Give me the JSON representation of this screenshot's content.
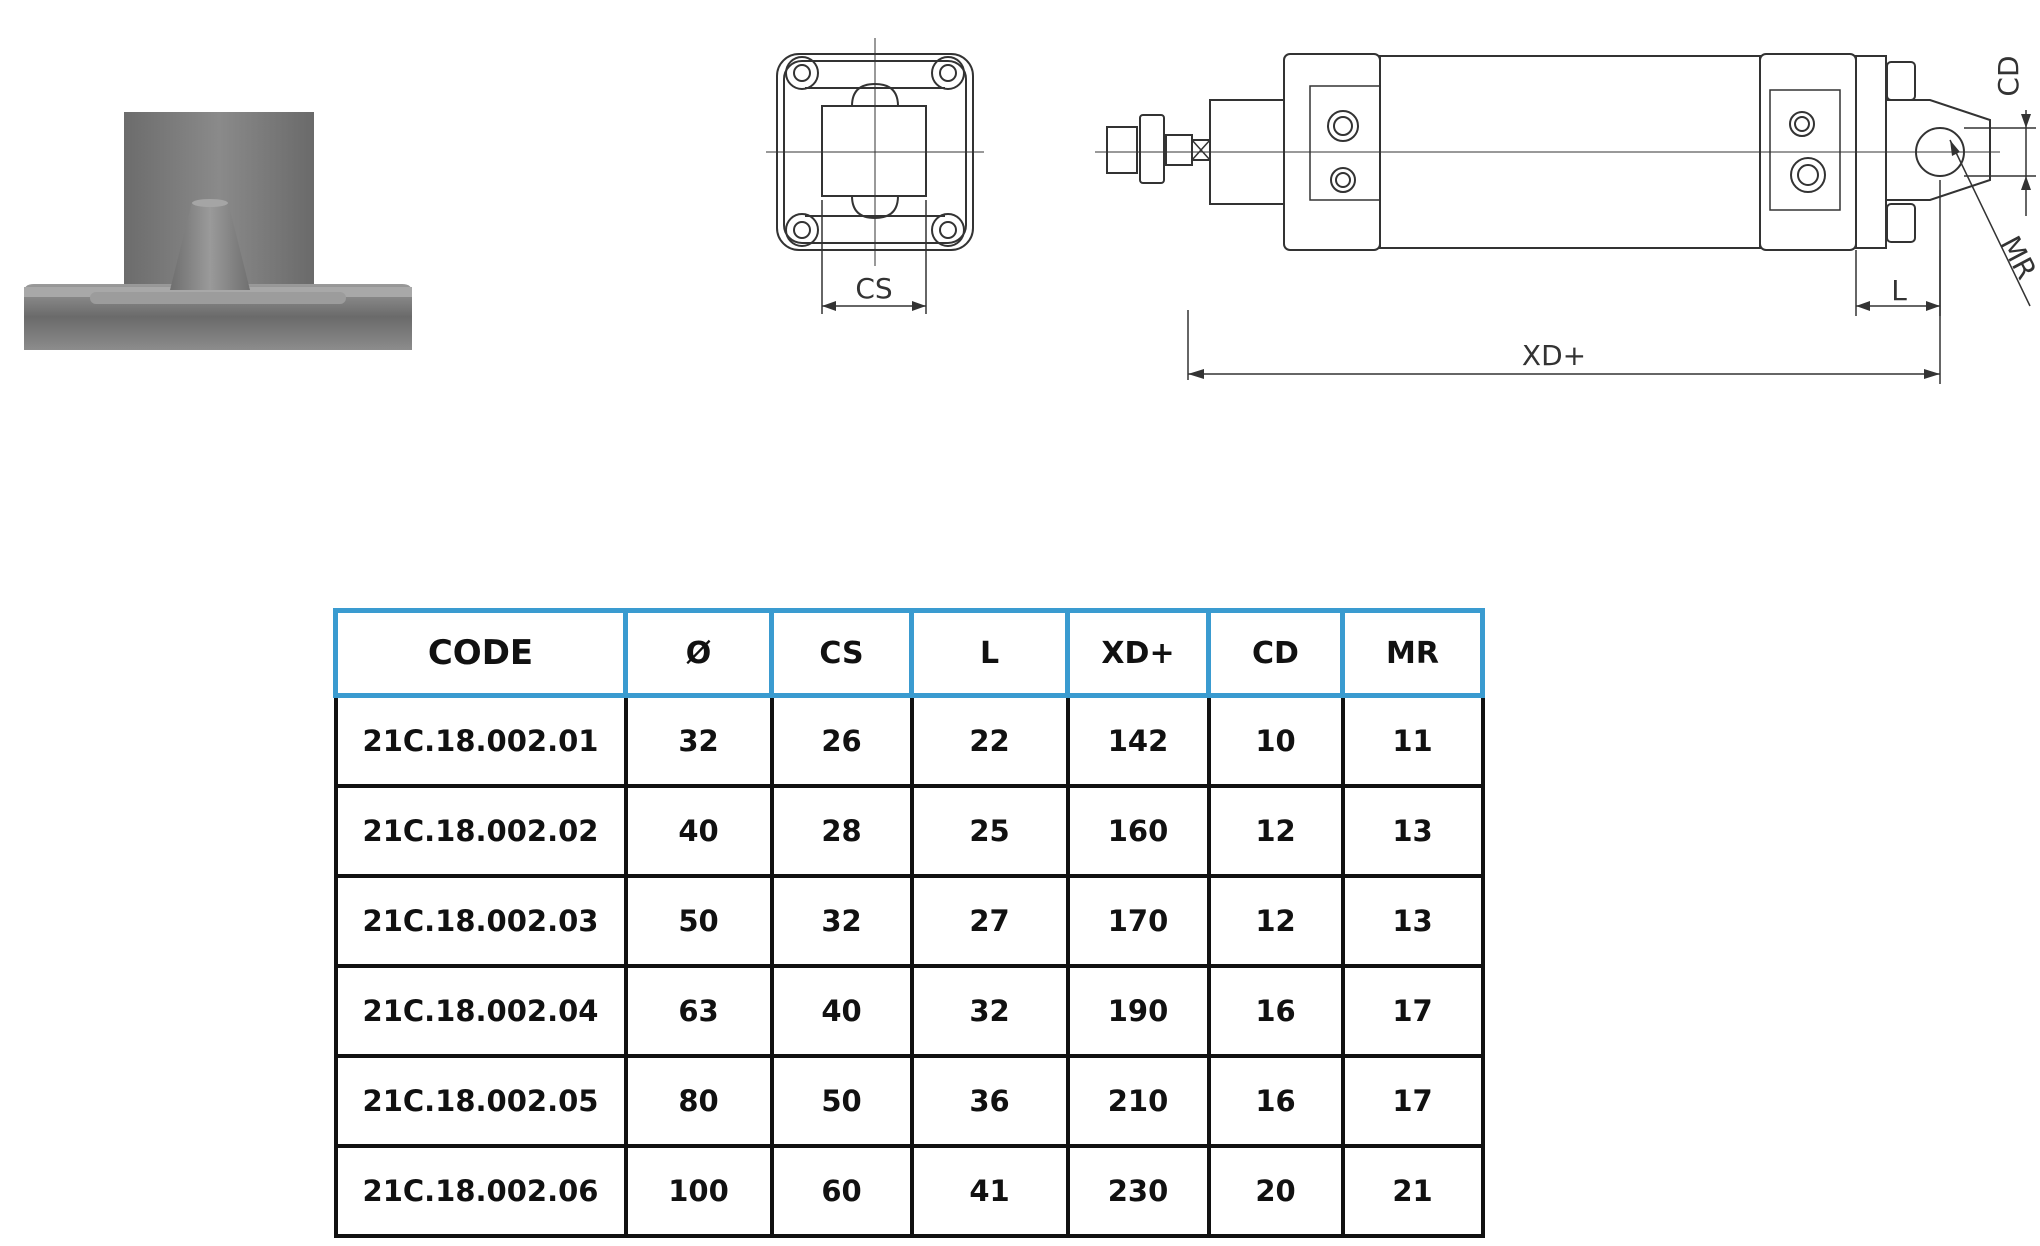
{
  "drawing": {
    "labels": {
      "cs": "CS",
      "cd": "CD",
      "l": "L",
      "xd": "XD+",
      "mr": "MR"
    }
  },
  "table": {
    "headers": [
      "CODE",
      "Ø",
      "CS",
      "L",
      "XD+",
      "CD",
      "MR"
    ],
    "rows": [
      [
        "21C.18.002.01",
        "32",
        "26",
        "22",
        "142",
        "10",
        "11"
      ],
      [
        "21C.18.002.02",
        "40",
        "28",
        "25",
        "160",
        "12",
        "13"
      ],
      [
        "21C.18.002.03",
        "50",
        "32",
        "27",
        "170",
        "12",
        "13"
      ],
      [
        "21C.18.002.04",
        "63",
        "40",
        "32",
        "190",
        "16",
        "17"
      ],
      [
        "21C.18.002.05",
        "80",
        "50",
        "36",
        "210",
        "16",
        "17"
      ],
      [
        "21C.18.002.06",
        "100",
        "60",
        "41",
        "230",
        "20",
        "21"
      ]
    ]
  },
  "colors": {
    "header_border": "#3a9bd0",
    "grid": "#111111",
    "part_gray": "#7a7a7a"
  }
}
